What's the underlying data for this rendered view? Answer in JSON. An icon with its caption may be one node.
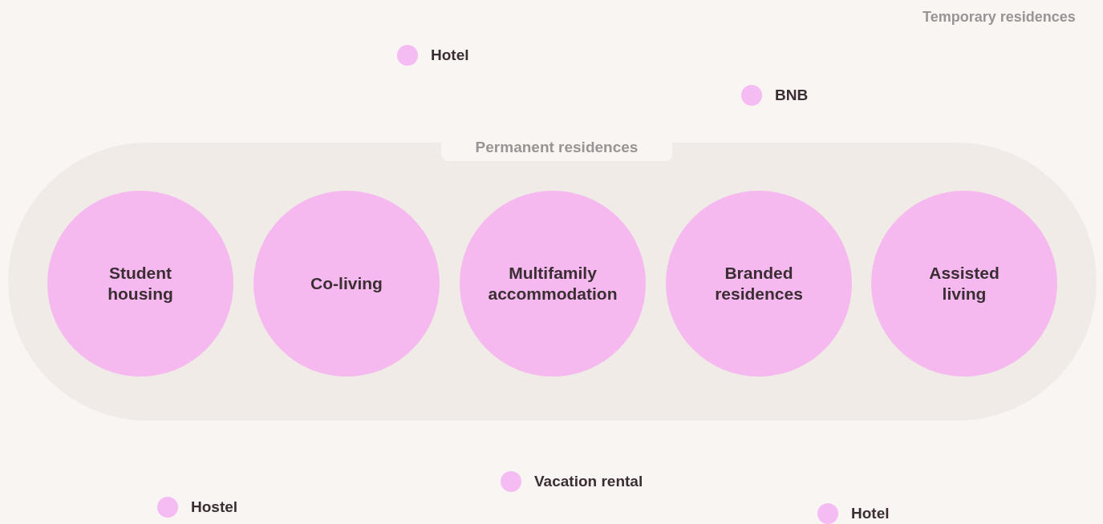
{
  "diagram": {
    "nodes": [
      {
        "text": [
          "Permanent residences"
        ]
      },
      {
        "text": [
          "Student housing"
        ],
        "in": 0
      },
      {
        "text": [
          "Co-living"
        ],
        "in": 0
      },
      {
        "text": [
          "Multifamily accommodation"
        ],
        "in": 0
      },
      {
        "text": [
          "Branded residences"
        ],
        "in": 0
      },
      {
        "text": [
          "Assisted living"
        ],
        "in": 0
      }
    ],
    "labels": [
      "Temporary residences",
      "Hotel",
      "BNB",
      "Vacation rental",
      "Hostel",
      "Hotel"
    ]
  }
}
